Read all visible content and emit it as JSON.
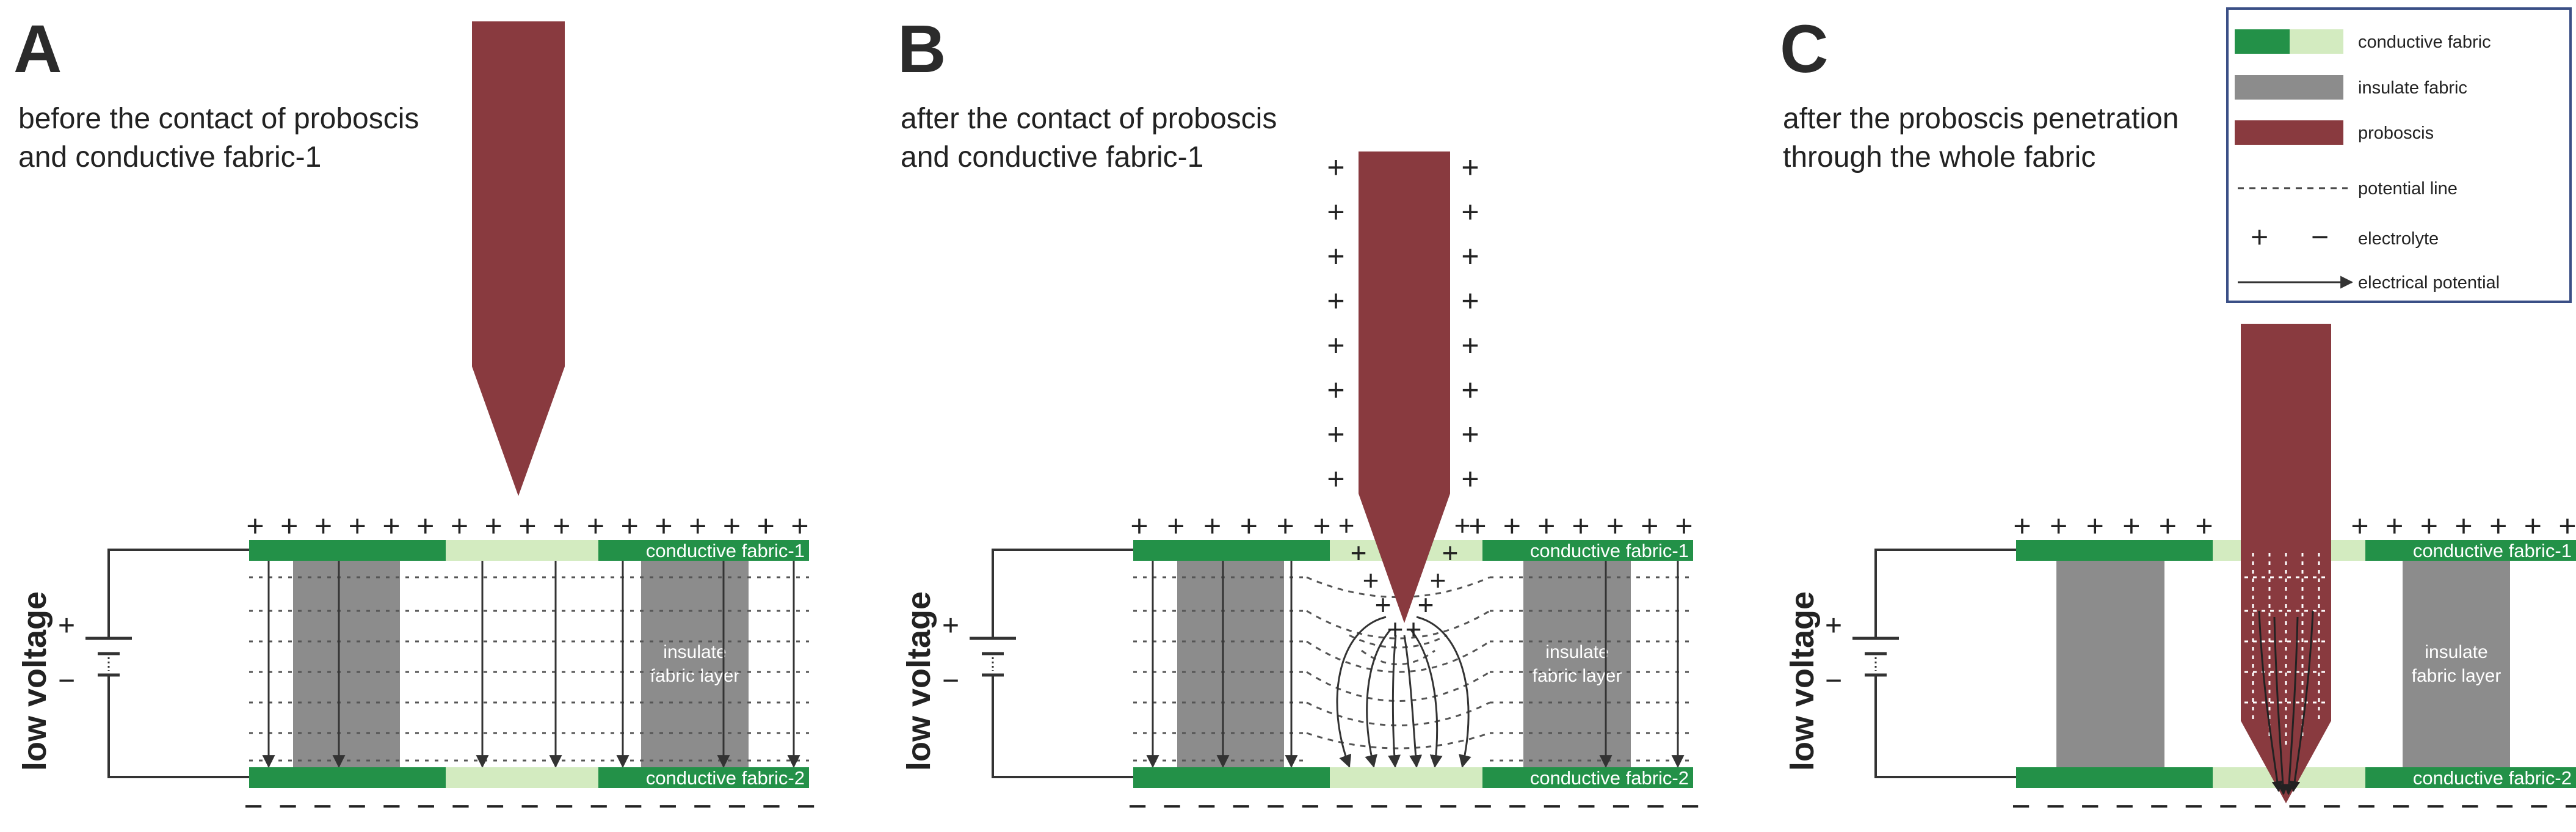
{
  "panels": [
    {
      "letter": "A",
      "caption_line1": "before the contact of proboscis",
      "caption_line2": "and conductive fabric-1"
    },
    {
      "letter": "B",
      "caption_line1": "after the contact of proboscis",
      "caption_line2": "and conductive fabric-1"
    },
    {
      "letter": "C",
      "caption_line1": "after the proboscis penetration",
      "caption_line2": "through the whole fabric"
    }
  ],
  "labels": {
    "low_voltage": "low voltage",
    "plus": "+",
    "minus": "−",
    "fabric1": "conductive fabric-1",
    "fabric2": "conductive fabric-2",
    "insulate_line1": "insulate",
    "insulate_line2": "fabric layer"
  },
  "legend": {
    "items": [
      "conductive fabric",
      "insulate fabric",
      "proboscis",
      "potential line",
      "electrolyte",
      "electrical potential"
    ]
  },
  "colors": {
    "dark_green": "#239148",
    "light_green": "#d3ebc0",
    "gray": "#8c8c8c",
    "proboscis": "#893a3f",
    "legend_border": "#3a4f86",
    "line": "#333333"
  }
}
